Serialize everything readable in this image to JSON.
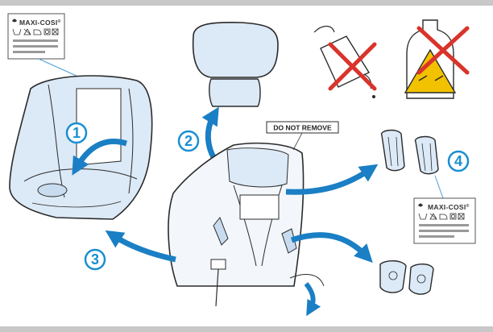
{
  "brand": "MAXI-COSI",
  "brand_mark": "®",
  "warning_label": "DO NOT REMOVE",
  "steps": [
    "1",
    "2",
    "3",
    "4"
  ],
  "colors": {
    "arrow": "#1a7fc4",
    "step_ring": "#1a8fd0",
    "seat_fill": "#dce9f6",
    "outline": "#2b2b2b",
    "cross": "#d9342b",
    "hazard": "#f2c200",
    "frame": "#c8c8c8"
  },
  "icons": {
    "laundry": [
      "wash-30-icon",
      "no-bleach-icon",
      "iron-icon",
      "no-tumble-dry-icon",
      "no-dry-clean-icon"
    ],
    "prohibited": [
      "no-solvent-icon",
      "no-corrosive-icon"
    ]
  }
}
